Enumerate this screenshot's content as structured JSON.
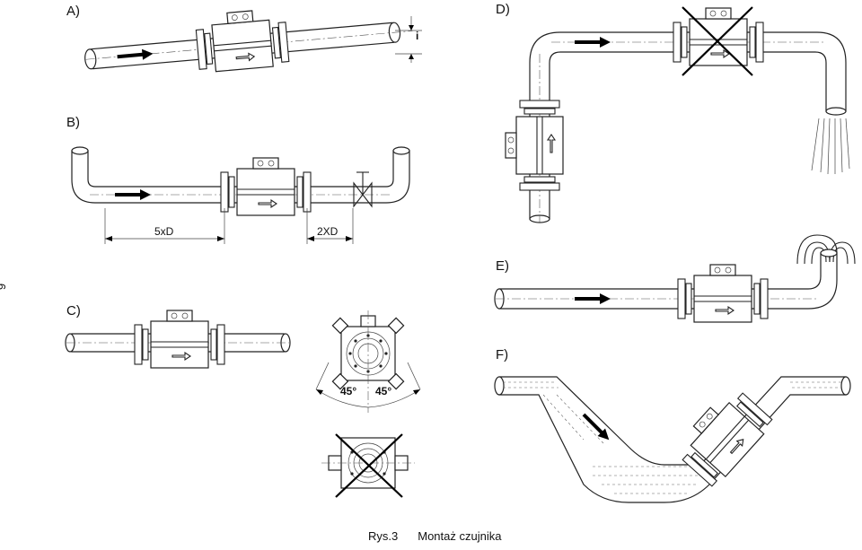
{
  "labels": {
    "a": "A)",
    "b": "B)",
    "c": "C)",
    "d": "D)",
    "e": "E)",
    "f": "F)"
  },
  "dimensions": {
    "upstream": "5xD",
    "downstream": "2XD",
    "incline_symbol": "i"
  },
  "angles": {
    "left": "45°",
    "right": "45°"
  },
  "page_number": "6",
  "caption": {
    "number": "Rys.3",
    "title": "Montaż czujnika"
  }
}
